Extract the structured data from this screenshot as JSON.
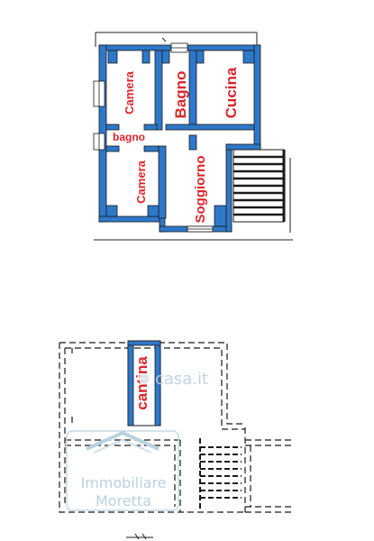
{
  "upper_floor": {
    "rooms": {
      "camera_1": "Camera",
      "bagno": "Bagno",
      "cucina": "Cucina",
      "bagno_small": "bagno",
      "camera_2": "Camera",
      "soggiorno": "Soggiorno"
    }
  },
  "lower_floor": {
    "rooms": {
      "cantina": "cantina"
    }
  },
  "watermark": {
    "line1": "Immobiliare",
    "line2": "Moretta",
    "site": "casa.it"
  },
  "colors": {
    "wall_fill": "#2e78c9",
    "wall_outline": "#1a1a1a",
    "label": "#d9262b",
    "watermark": "#b9d2e0"
  }
}
